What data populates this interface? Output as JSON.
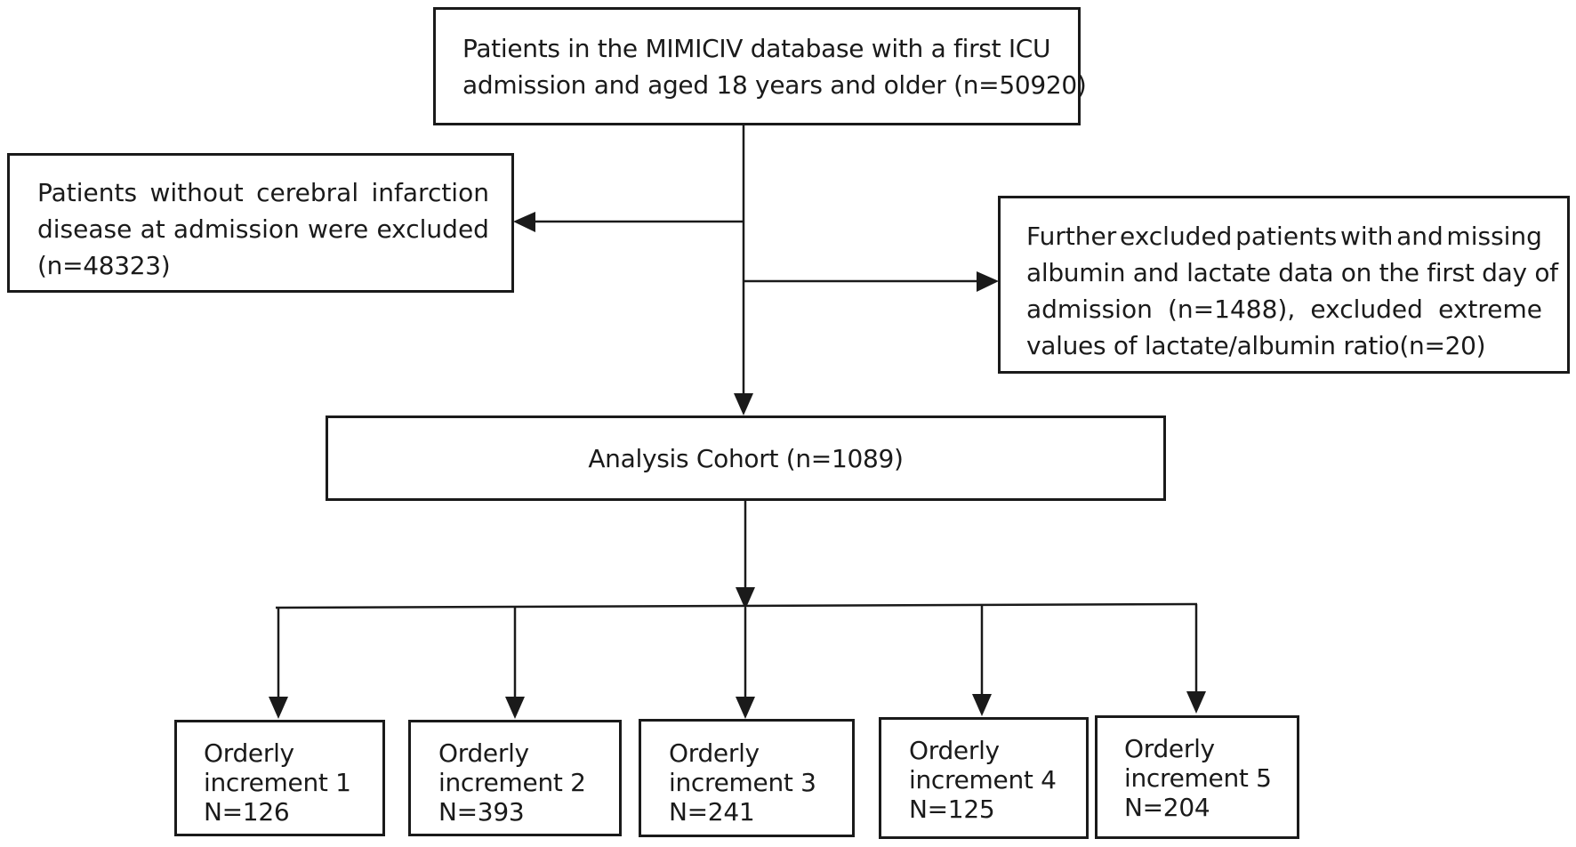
{
  "top": {
    "line1": "Patients in the MIMICIV database with a first ICU",
    "line2": "admission and aged 18 years and older (n=50920)"
  },
  "exclusion_left": {
    "line1_words": [
      "Patients",
      "without",
      "cerebral",
      "infarction"
    ],
    "line2_words": [
      "disease",
      "at",
      "admission",
      "were",
      "excluded"
    ],
    "line3": "(n=48323)"
  },
  "exclusion_right": {
    "line1_words": [
      "Further",
      "excluded",
      "patients",
      "with",
      "and",
      "missing"
    ],
    "line2": "albumin and lactate data on the first day of",
    "line3_words": [
      "admission",
      "(n=1488),",
      "excluded",
      "extreme"
    ],
    "line4": "values of lactate/albumin ratio(n=20)"
  },
  "cohort": {
    "label": "Analysis Cohort (n=1089)"
  },
  "groups": [
    {
      "line1": "Orderly",
      "line2": "increment 1",
      "line3": "N=126"
    },
    {
      "line1": "Orderly",
      "line2": "increment 2",
      "line3": "N=393"
    },
    {
      "line1": "Orderly",
      "line2": "increment 3",
      "line3": "N=241"
    },
    {
      "line1": "Orderly",
      "line2": "increment 4",
      "line3": "N=125"
    },
    {
      "line1": "Orderly",
      "line2": "increment 5",
      "line3": "N=204"
    }
  ]
}
